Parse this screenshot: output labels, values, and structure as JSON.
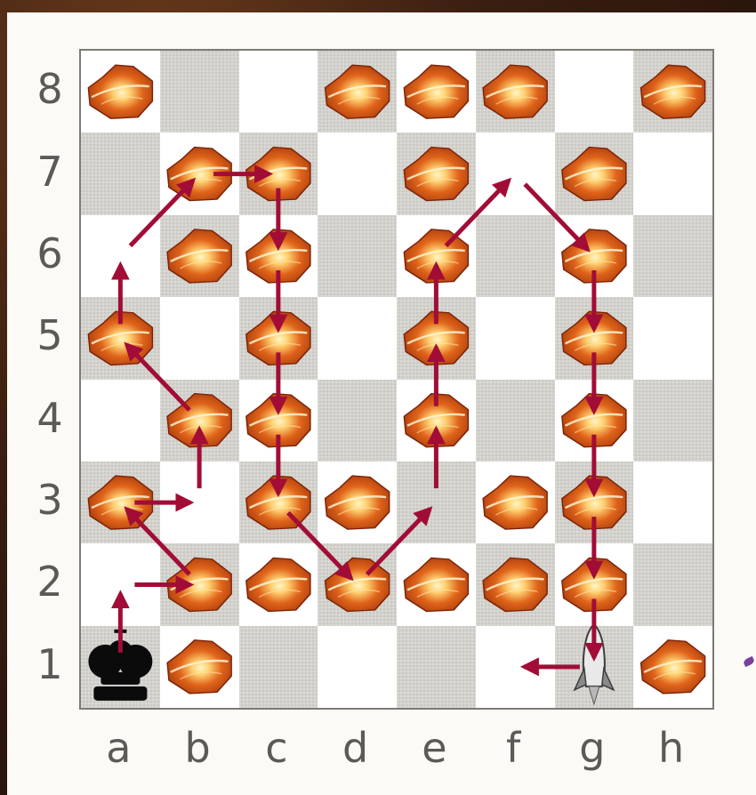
{
  "ranks": [
    "8",
    "7",
    "6",
    "5",
    "4",
    "3",
    "2",
    "1"
  ],
  "files": [
    "a",
    "b",
    "c",
    "d",
    "e",
    "f",
    "g",
    "h"
  ],
  "colors": {
    "arrow": "#a10d36",
    "explosion_outer": "#a4380d",
    "explosion_inner": "#fff6c8",
    "king": "#0b0b0b",
    "rocket": "#8a8a8a"
  },
  "pieces": [
    {
      "type": "explosion-icon",
      "square": "a8"
    },
    {
      "type": "explosion-icon",
      "square": "d8"
    },
    {
      "type": "explosion-icon",
      "square": "e8"
    },
    {
      "type": "explosion-icon",
      "square": "f8"
    },
    {
      "type": "explosion-icon",
      "square": "h8"
    },
    {
      "type": "explosion-icon",
      "square": "b7"
    },
    {
      "type": "explosion-icon",
      "square": "c7"
    },
    {
      "type": "explosion-icon",
      "square": "e7"
    },
    {
      "type": "explosion-icon",
      "square": "g7"
    },
    {
      "type": "explosion-icon",
      "square": "b6"
    },
    {
      "type": "explosion-icon",
      "square": "c6"
    },
    {
      "type": "explosion-icon",
      "square": "e6"
    },
    {
      "type": "explosion-icon",
      "square": "g6"
    },
    {
      "type": "explosion-icon",
      "square": "a5"
    },
    {
      "type": "explosion-icon",
      "square": "c5"
    },
    {
      "type": "explosion-icon",
      "square": "e5"
    },
    {
      "type": "explosion-icon",
      "square": "g5"
    },
    {
      "type": "explosion-icon",
      "square": "b4"
    },
    {
      "type": "explosion-icon",
      "square": "c4"
    },
    {
      "type": "explosion-icon",
      "square": "e4"
    },
    {
      "type": "explosion-icon",
      "square": "g4"
    },
    {
      "type": "explosion-icon",
      "square": "a3"
    },
    {
      "type": "explosion-icon",
      "square": "c3"
    },
    {
      "type": "explosion-icon",
      "square": "d3"
    },
    {
      "type": "explosion-icon",
      "square": "f3"
    },
    {
      "type": "explosion-icon",
      "square": "g3"
    },
    {
      "type": "explosion-icon",
      "square": "b2"
    },
    {
      "type": "explosion-icon",
      "square": "c2"
    },
    {
      "type": "explosion-icon",
      "square": "d2"
    },
    {
      "type": "explosion-icon",
      "square": "e2"
    },
    {
      "type": "explosion-icon",
      "square": "f2"
    },
    {
      "type": "explosion-icon",
      "square": "g2"
    },
    {
      "type": "explosion-icon",
      "square": "b1"
    },
    {
      "type": "explosion-icon",
      "square": "h1"
    },
    {
      "type": "king-icon",
      "square": "a1"
    },
    {
      "type": "rocket-icon",
      "square": "g1"
    }
  ],
  "path_arrows": [
    [
      "a1",
      "a2"
    ],
    [
      "a2",
      "b2"
    ],
    [
      "b2",
      "a3"
    ],
    [
      "a3",
      "b3"
    ],
    [
      "b3",
      "b4"
    ],
    [
      "b4",
      "a5"
    ],
    [
      "a5",
      "a6"
    ],
    [
      "a6",
      "b7"
    ],
    [
      "b7",
      "c7"
    ],
    [
      "c7",
      "c6"
    ],
    [
      "c6",
      "c5"
    ],
    [
      "c5",
      "c4"
    ],
    [
      "c4",
      "c3"
    ],
    [
      "c3",
      "d2"
    ],
    [
      "d2",
      "e3"
    ],
    [
      "e3",
      "e4"
    ],
    [
      "e4",
      "e5"
    ],
    [
      "e5",
      "e6"
    ],
    [
      "e6",
      "f7"
    ],
    [
      "f7",
      "g6"
    ],
    [
      "g6",
      "g5"
    ],
    [
      "g5",
      "g4"
    ],
    [
      "g4",
      "g3"
    ],
    [
      "g3",
      "g2"
    ],
    [
      "g2",
      "g1"
    ],
    [
      "g1",
      "f1"
    ]
  ]
}
